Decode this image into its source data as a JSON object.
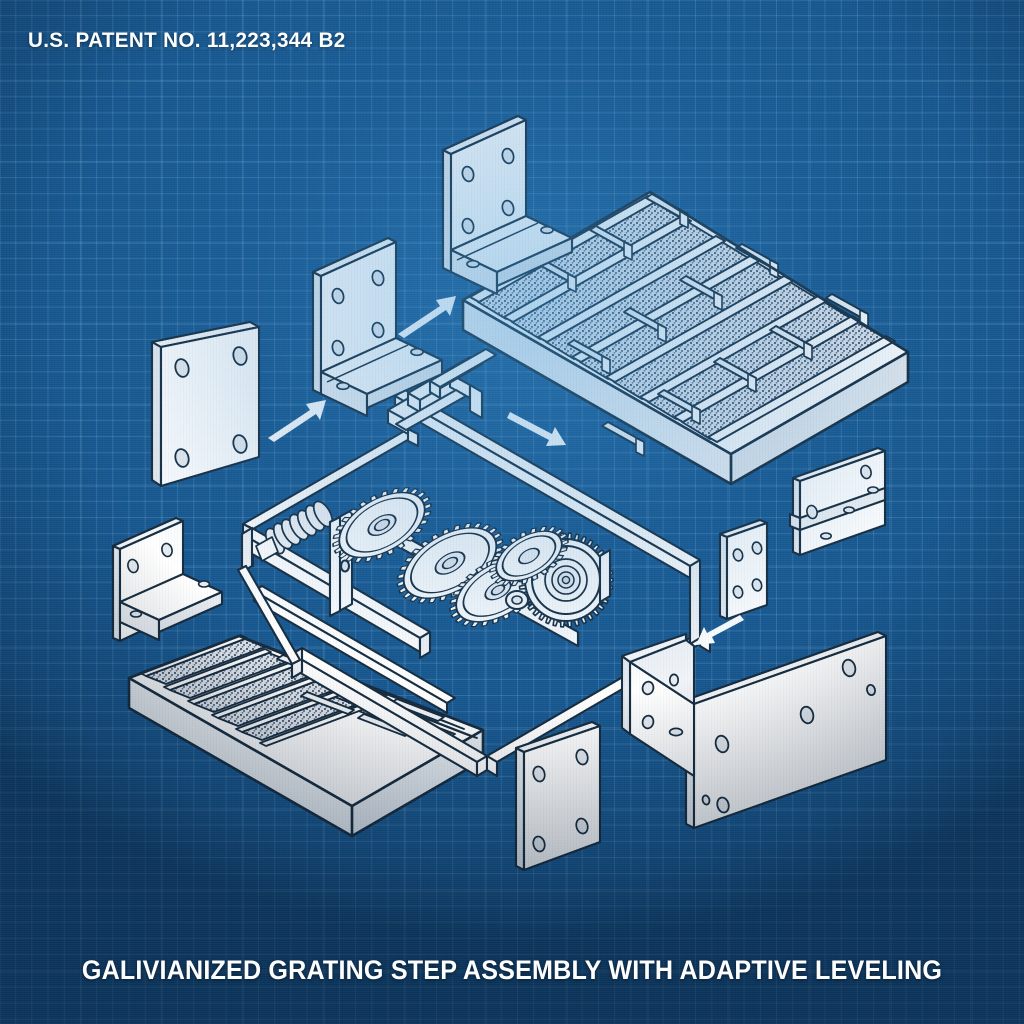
{
  "document": {
    "type": "patent-exploded-assembly-drawing",
    "style": "blueprint",
    "header_label": "U.S. PATENT NO. 11,223,344 B2",
    "caption": "GALIVIANIZED GRATING STEP ASSEMBLY WITH ADAPTIVE LEVELING"
  },
  "colors": {
    "background_blue": "#17578f",
    "grid_line": "#7fb6e0",
    "part_fill": "#ffffff",
    "part_outline": "#152b3e",
    "part_shade": "#d8dfe7",
    "hatch_fill": "#c9d3de",
    "text": "#ffffff",
    "arrow": "#ffffff"
  },
  "parts": [
    {
      "id": "plate-left-upper",
      "name": "flat-mounting-plate",
      "holes": 4
    },
    {
      "id": "bracket-left-upper",
      "name": "l-angle-bracket",
      "holes": 6
    },
    {
      "id": "bracket-left-top",
      "name": "l-angle-bracket",
      "holes": 6
    },
    {
      "id": "grating-main",
      "name": "galvanized-grating-panel",
      "bearing_bars": 9
    },
    {
      "id": "gear-frame",
      "name": "adaptive-leveling-gear-frame",
      "gears": 5
    },
    {
      "id": "bracket-left-lower",
      "name": "l-angle-bracket",
      "holes": 5
    },
    {
      "id": "grating-small",
      "name": "galvanized-grating-panel-small",
      "bearing_bars": 5
    },
    {
      "id": "plate-bottom",
      "name": "flat-mounting-plate",
      "holes": 4
    },
    {
      "id": "plate-small-right",
      "name": "small-splice-plate",
      "holes": 4
    },
    {
      "id": "bracket-right-upper",
      "name": "l-angle-bracket",
      "holes": 5
    },
    {
      "id": "channel-right",
      "name": "channel-side-rail",
      "holes": 8
    }
  ],
  "arrows": [
    {
      "id": "arrow-1",
      "name": "assembly-arrow-up-right"
    },
    {
      "id": "arrow-2",
      "name": "assembly-arrow-up-right"
    },
    {
      "id": "arrow-3",
      "name": "assembly-arrow-down-right"
    },
    {
      "id": "arrow-4",
      "name": "assembly-arrow-down-left"
    }
  ]
}
